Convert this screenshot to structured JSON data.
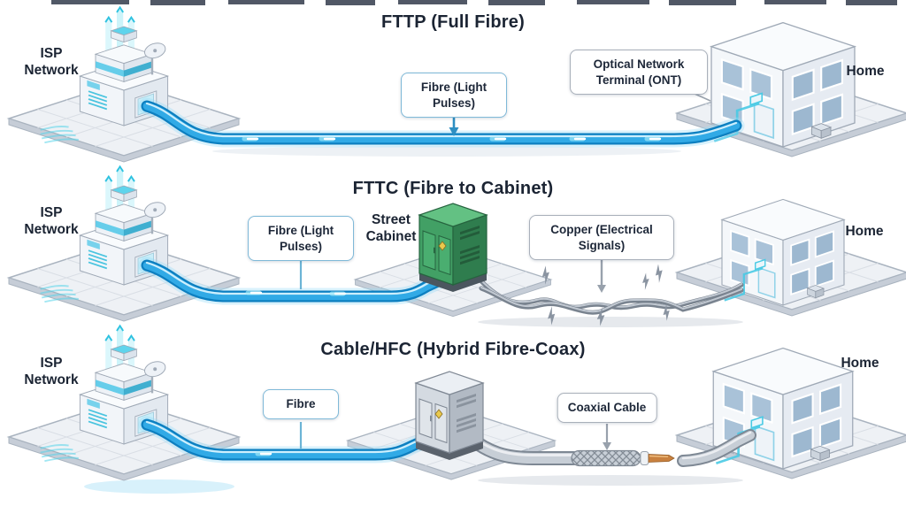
{
  "diagram": {
    "type": "isometric broadband network comparison",
    "background": "#ffffff",
    "colors": {
      "title_text": "#1b2433",
      "fibre_blue": "#31aae6",
      "fibre_glow": "#9adcf8",
      "copper_gray": "#8a94a1",
      "coax_gray": "#9aa3ad",
      "cabinet_green": "#42a065",
      "cabinet_gray": "#d4dae1",
      "callout_border_fibre": "#7fb9d8",
      "callout_border_neutral": "#a9b0ba"
    }
  },
  "sections": [
    {
      "id": "fttp",
      "title": "FTTP (Full Fibre)",
      "labels": {
        "isp": "ISP Network",
        "home": "Home"
      },
      "callouts": [
        {
          "id": "fibre-light-pulses",
          "text": "Fibre (Light Pulses)"
        },
        {
          "id": "ont",
          "text": "Optical Network Terminal (ONT)"
        }
      ]
    },
    {
      "id": "fttc",
      "title": "FTTC (Fibre to Cabinet)",
      "labels": {
        "isp": "ISP Network",
        "home": "Home",
        "cabinet": "Street Cabinet"
      },
      "callouts": [
        {
          "id": "fibre-light-pulses",
          "text": "Fibre (Light Pulses)"
        },
        {
          "id": "copper-electrical",
          "text": "Copper (Electrical Signals)"
        }
      ]
    },
    {
      "id": "hfc",
      "title": "Cable/HFC (Hybrid Fibre-Coax)",
      "labels": {
        "isp": "ISP Network",
        "home": "Home"
      },
      "callouts": [
        {
          "id": "fibre",
          "text": "Fibre"
        },
        {
          "id": "coaxial-cable",
          "text": "Coaxial Cable"
        }
      ]
    }
  ]
}
